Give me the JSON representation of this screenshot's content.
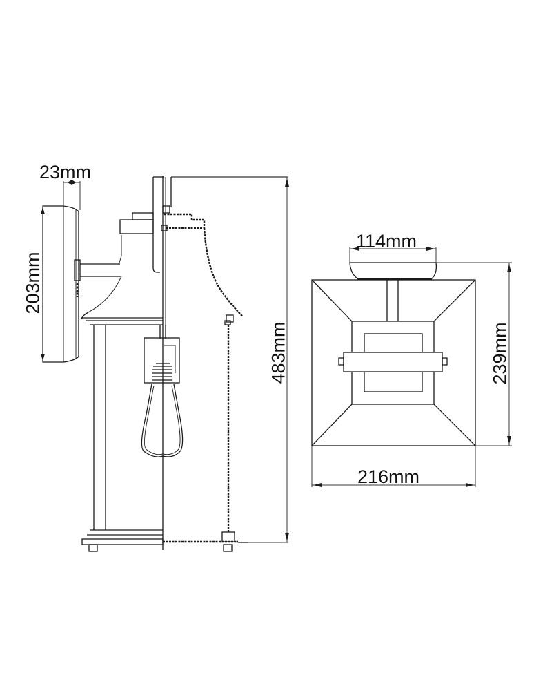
{
  "drawing": {
    "type": "product-dimension-drawing",
    "subject": "wall lantern",
    "line_color": "#1a1a1a",
    "background": "#ffffff",
    "views": [
      {
        "name": "side-view",
        "dimensions": {
          "backplate_depth": "23mm",
          "backplate_height": "203mm",
          "overall_height": "483mm"
        }
      },
      {
        "name": "top-view",
        "dimensions": {
          "backplate_width": "114mm",
          "projection": "239mm",
          "width": "216mm"
        }
      }
    ]
  },
  "labels": {
    "backplate_depth": "23mm",
    "backplate_height": "203mm",
    "overall_height": "483mm",
    "top_backplate_width": "114mm",
    "top_projection": "239mm",
    "top_width": "216mm"
  }
}
